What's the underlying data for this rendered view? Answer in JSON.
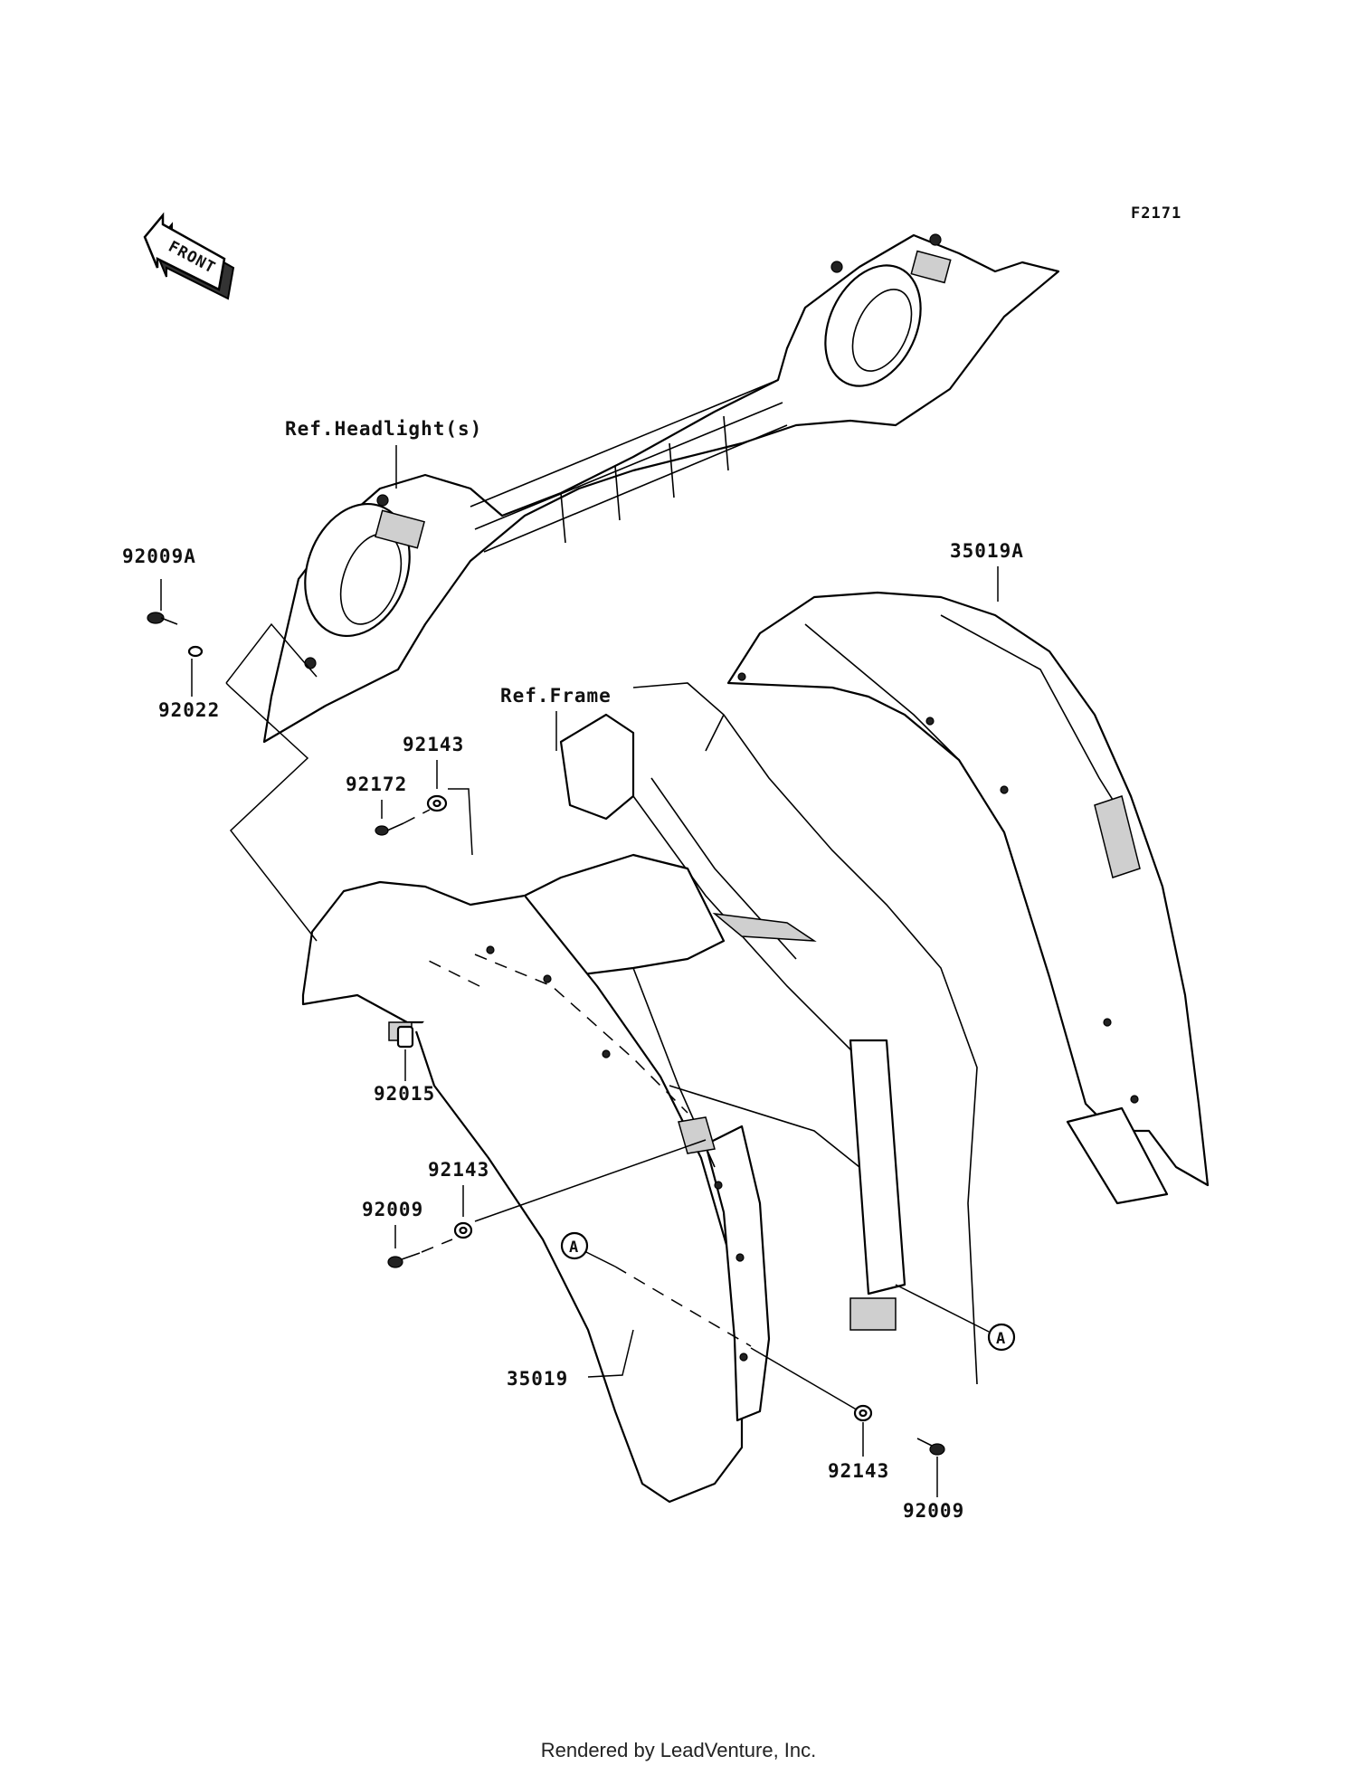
{
  "figure_code": "F2171",
  "front_label": "FRONT",
  "ref_labels": {
    "headlight": "Ref.Headlight(s)",
    "frame": "Ref.Frame"
  },
  "parts": {
    "p92009A": "92009A",
    "p92022": "92022",
    "p92143_top": "92143",
    "p92172": "92172",
    "p92015": "92015",
    "p92143_mid": "92143",
    "p92009_mid": "92009",
    "p35019": "35019",
    "p35019A": "35019A",
    "p92143_bot": "92143",
    "p92009_bot": "92009"
  },
  "callouts": {
    "a_left": "A",
    "a_right": "A"
  },
  "footer": "Rendered by LeadVenture, Inc."
}
